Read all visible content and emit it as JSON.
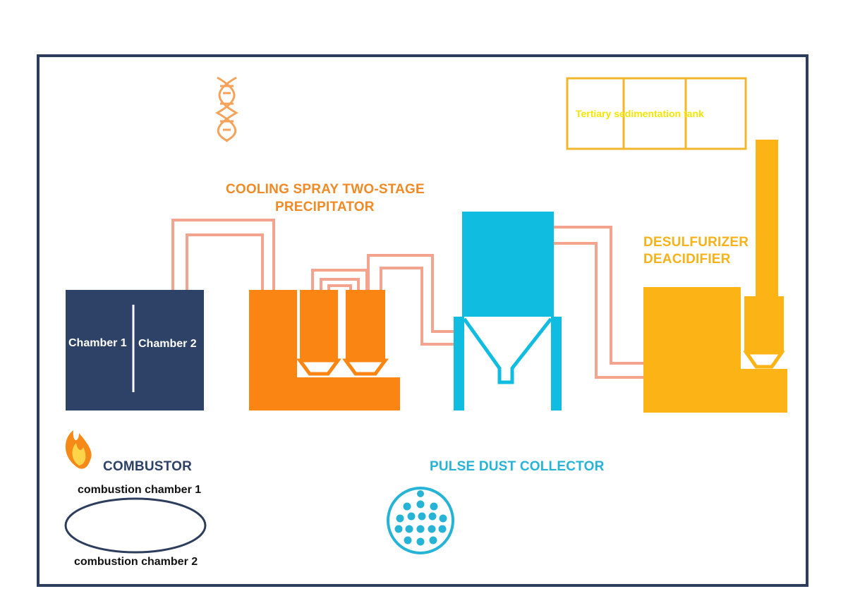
{
  "colors": {
    "navy": "#2d4266",
    "orange": "#fb8512",
    "light_orange": "#f08a24",
    "yellow": "#fbb315",
    "blue": "#10bde0",
    "pipe": "#f4a48e",
    "tank_outline": "#f0b72e",
    "tank_text": "#f2e600",
    "frame": "#2d3d5c"
  },
  "icons": {
    "top": "dna-icon",
    "combustor": "flame-icon",
    "collector": "filter-plate-icon"
  },
  "labels": {
    "chamber_1": "Chamber 1",
    "chamber_2": "Chamber 2",
    "precipitator": "COOLING SPRAY TWO-STAGE PRECIPITATOR",
    "precipitator_line1": "COOLING SPRAY TWO-STAGE",
    "precipitator_line2": "PRECIPITATOR",
    "desulfurizer_line1": "DESULFURIZER",
    "desulfurizer_line2": "DEACIDIFIER",
    "tank": "Tertiary sedimentation tank",
    "combustor": "COMBUSTOR",
    "combustion_chamber_1": "combustion chamber 1",
    "combustion_chamber_2": "combustion chamber 2",
    "pulse_dust_collector": "PULSE DUST COLLECTOR"
  }
}
